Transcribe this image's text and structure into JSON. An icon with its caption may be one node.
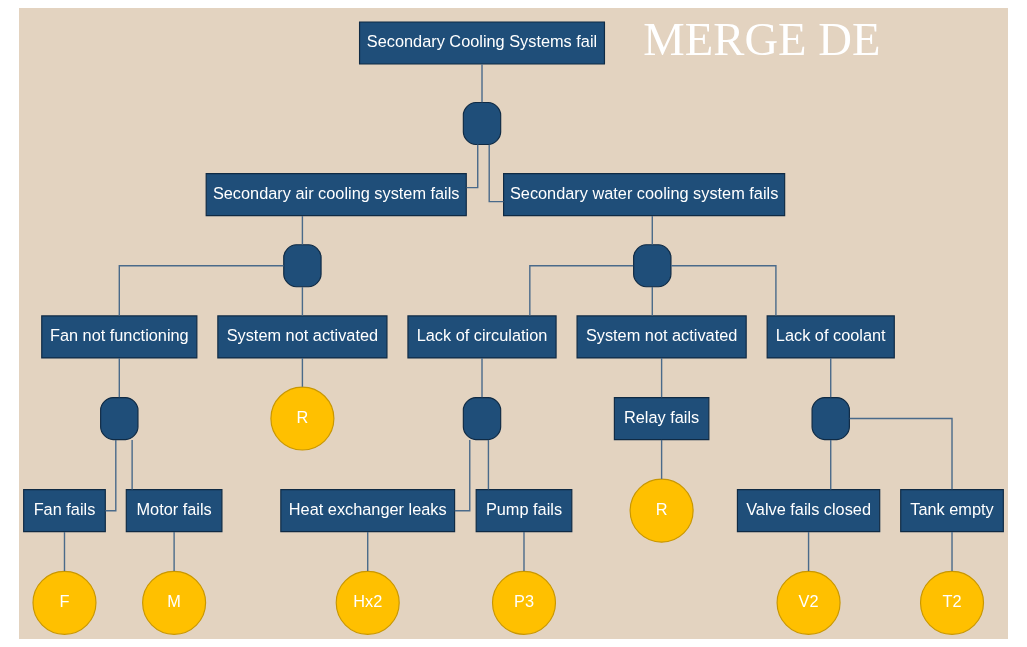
{
  "diagram": {
    "nodes": [
      {
        "text": [
          "Secondary Cooling Systems fail"
        ]
      },
      {
        "text": [],
        "shape": "gate"
      },
      {
        "text": [
          "Secondary air cooling system fails"
        ]
      },
      {
        "text": [
          "Secondary water cooling system fails"
        ]
      },
      {
        "text": [],
        "shape": "gate"
      },
      {
        "text": [],
        "shape": "gate"
      },
      {
        "text": [
          "Fan not functioning"
        ]
      },
      {
        "text": [
          "System not activated"
        ]
      },
      {
        "text": [
          "Lack of circulation"
        ]
      },
      {
        "text": [
          "System not activated"
        ]
      },
      {
        "text": [
          "Lack of coolant"
        ]
      },
      {
        "text": [],
        "shape": "gate"
      },
      {
        "text": [
          "R"
        ]
      },
      {
        "text": [],
        "shape": "gate"
      },
      {
        "text": [
          "Relay fails"
        ]
      },
      {
        "text": [],
        "shape": "gate"
      },
      {
        "text": [
          "Fan fails"
        ]
      },
      {
        "text": [
          "Motor fails"
        ]
      },
      {
        "text": [
          "Heat exchanger leaks"
        ]
      },
      {
        "text": [
          "Pump fails"
        ]
      },
      {
        "text": [
          "R"
        ]
      },
      {
        "text": [
          "Valve fails closed"
        ]
      },
      {
        "text": [
          "Tank empty"
        ]
      },
      {
        "text": [
          "F"
        ]
      },
      {
        "text": [
          "M"
        ]
      },
      {
        "text": [
          "Hx2"
        ]
      },
      {
        "text": [
          "P3"
        ]
      },
      {
        "text": [
          "V2"
        ]
      },
      {
        "text": [
          "T2"
        ]
      }
    ],
    "edges": [
      {
        "from": 0,
        "to": 1,
        "arrow": "none"
      },
      {
        "from": 1,
        "to": 2,
        "arrow": "none"
      },
      {
        "from": 1,
        "to": 3,
        "arrow": "none"
      },
      {
        "from": 2,
        "to": 4,
        "arrow": "none"
      },
      {
        "from": 3,
        "to": 5,
        "arrow": "none"
      },
      {
        "from": 4,
        "to": 6,
        "arrow": "none"
      },
      {
        "from": 4,
        "to": 7,
        "arrow": "none"
      },
      {
        "from": 5,
        "to": 8,
        "arrow": "none"
      },
      {
        "from": 5,
        "to": 9,
        "arrow": "none"
      },
      {
        "from": 5,
        "to": 10,
        "arrow": "none"
      },
      {
        "from": 6,
        "to": 11,
        "arrow": "none"
      },
      {
        "from": 7,
        "to": 12,
        "arrow": "none"
      },
      {
        "from": 8,
        "to": 13,
        "arrow": "none"
      },
      {
        "from": 9,
        "to": 14,
        "arrow": "none"
      },
      {
        "from": 10,
        "to": 15,
        "arrow": "none"
      },
      {
        "from": 11,
        "to": 16,
        "arrow": "none"
      },
      {
        "from": 11,
        "to": 17,
        "arrow": "none"
      },
      {
        "from": 13,
        "to": 18,
        "arrow": "none"
      },
      {
        "from": 13,
        "to": 19,
        "arrow": "none"
      },
      {
        "from": 14,
        "to": 20,
        "arrow": "none"
      },
      {
        "from": 15,
        "to": 21,
        "arrow": "none"
      },
      {
        "from": 15,
        "to": 22,
        "arrow": "none"
      },
      {
        "from": 16,
        "to": 23,
        "arrow": "none"
      },
      {
        "from": 17,
        "to": 24,
        "arrow": "none"
      },
      {
        "from": 18,
        "to": 25,
        "arrow": "none"
      },
      {
        "from": 19,
        "to": 26,
        "arrow": "none"
      },
      {
        "from": 21,
        "to": 27,
        "arrow": "none"
      },
      {
        "from": 22,
        "to": 28,
        "arrow": "none"
      }
    ],
    "labels": [
      "MERGE DE"
    ]
  }
}
